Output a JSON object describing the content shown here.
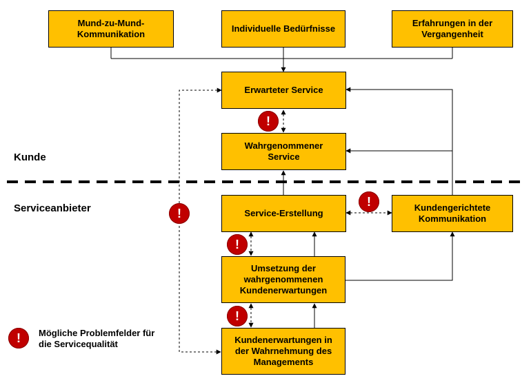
{
  "boxes": {
    "mundpropaganda": "Mund-zu-Mund-\nKommunikation",
    "beduerfnisse": "Individuelle Bedürfnisse",
    "erfahrungen": "Erfahrungen  in der\nVergangenheit",
    "erwartet": "Erwarteter Service",
    "wahrgenommen": "Wahrgenommener\nService",
    "erstellung": "Service-Erstellung",
    "kommunikation": "Kundengerichtete\nKommunikation",
    "umsetzung": "Umsetzung der\nwahrgenommenen\nKundenerwartungen",
    "management": "Kundenerwartungen in\nder Wahrnehmung des\nManagements"
  },
  "zones": {
    "kunde": "Kunde",
    "anbieter": "Serviceanbieter"
  },
  "legend": {
    "text": "Mögliche Problemfelder für\ndie Servicequalität"
  },
  "warning_symbol": "!",
  "colors": {
    "box_fill": "#FFC000",
    "warning_fill": "#C00000"
  }
}
